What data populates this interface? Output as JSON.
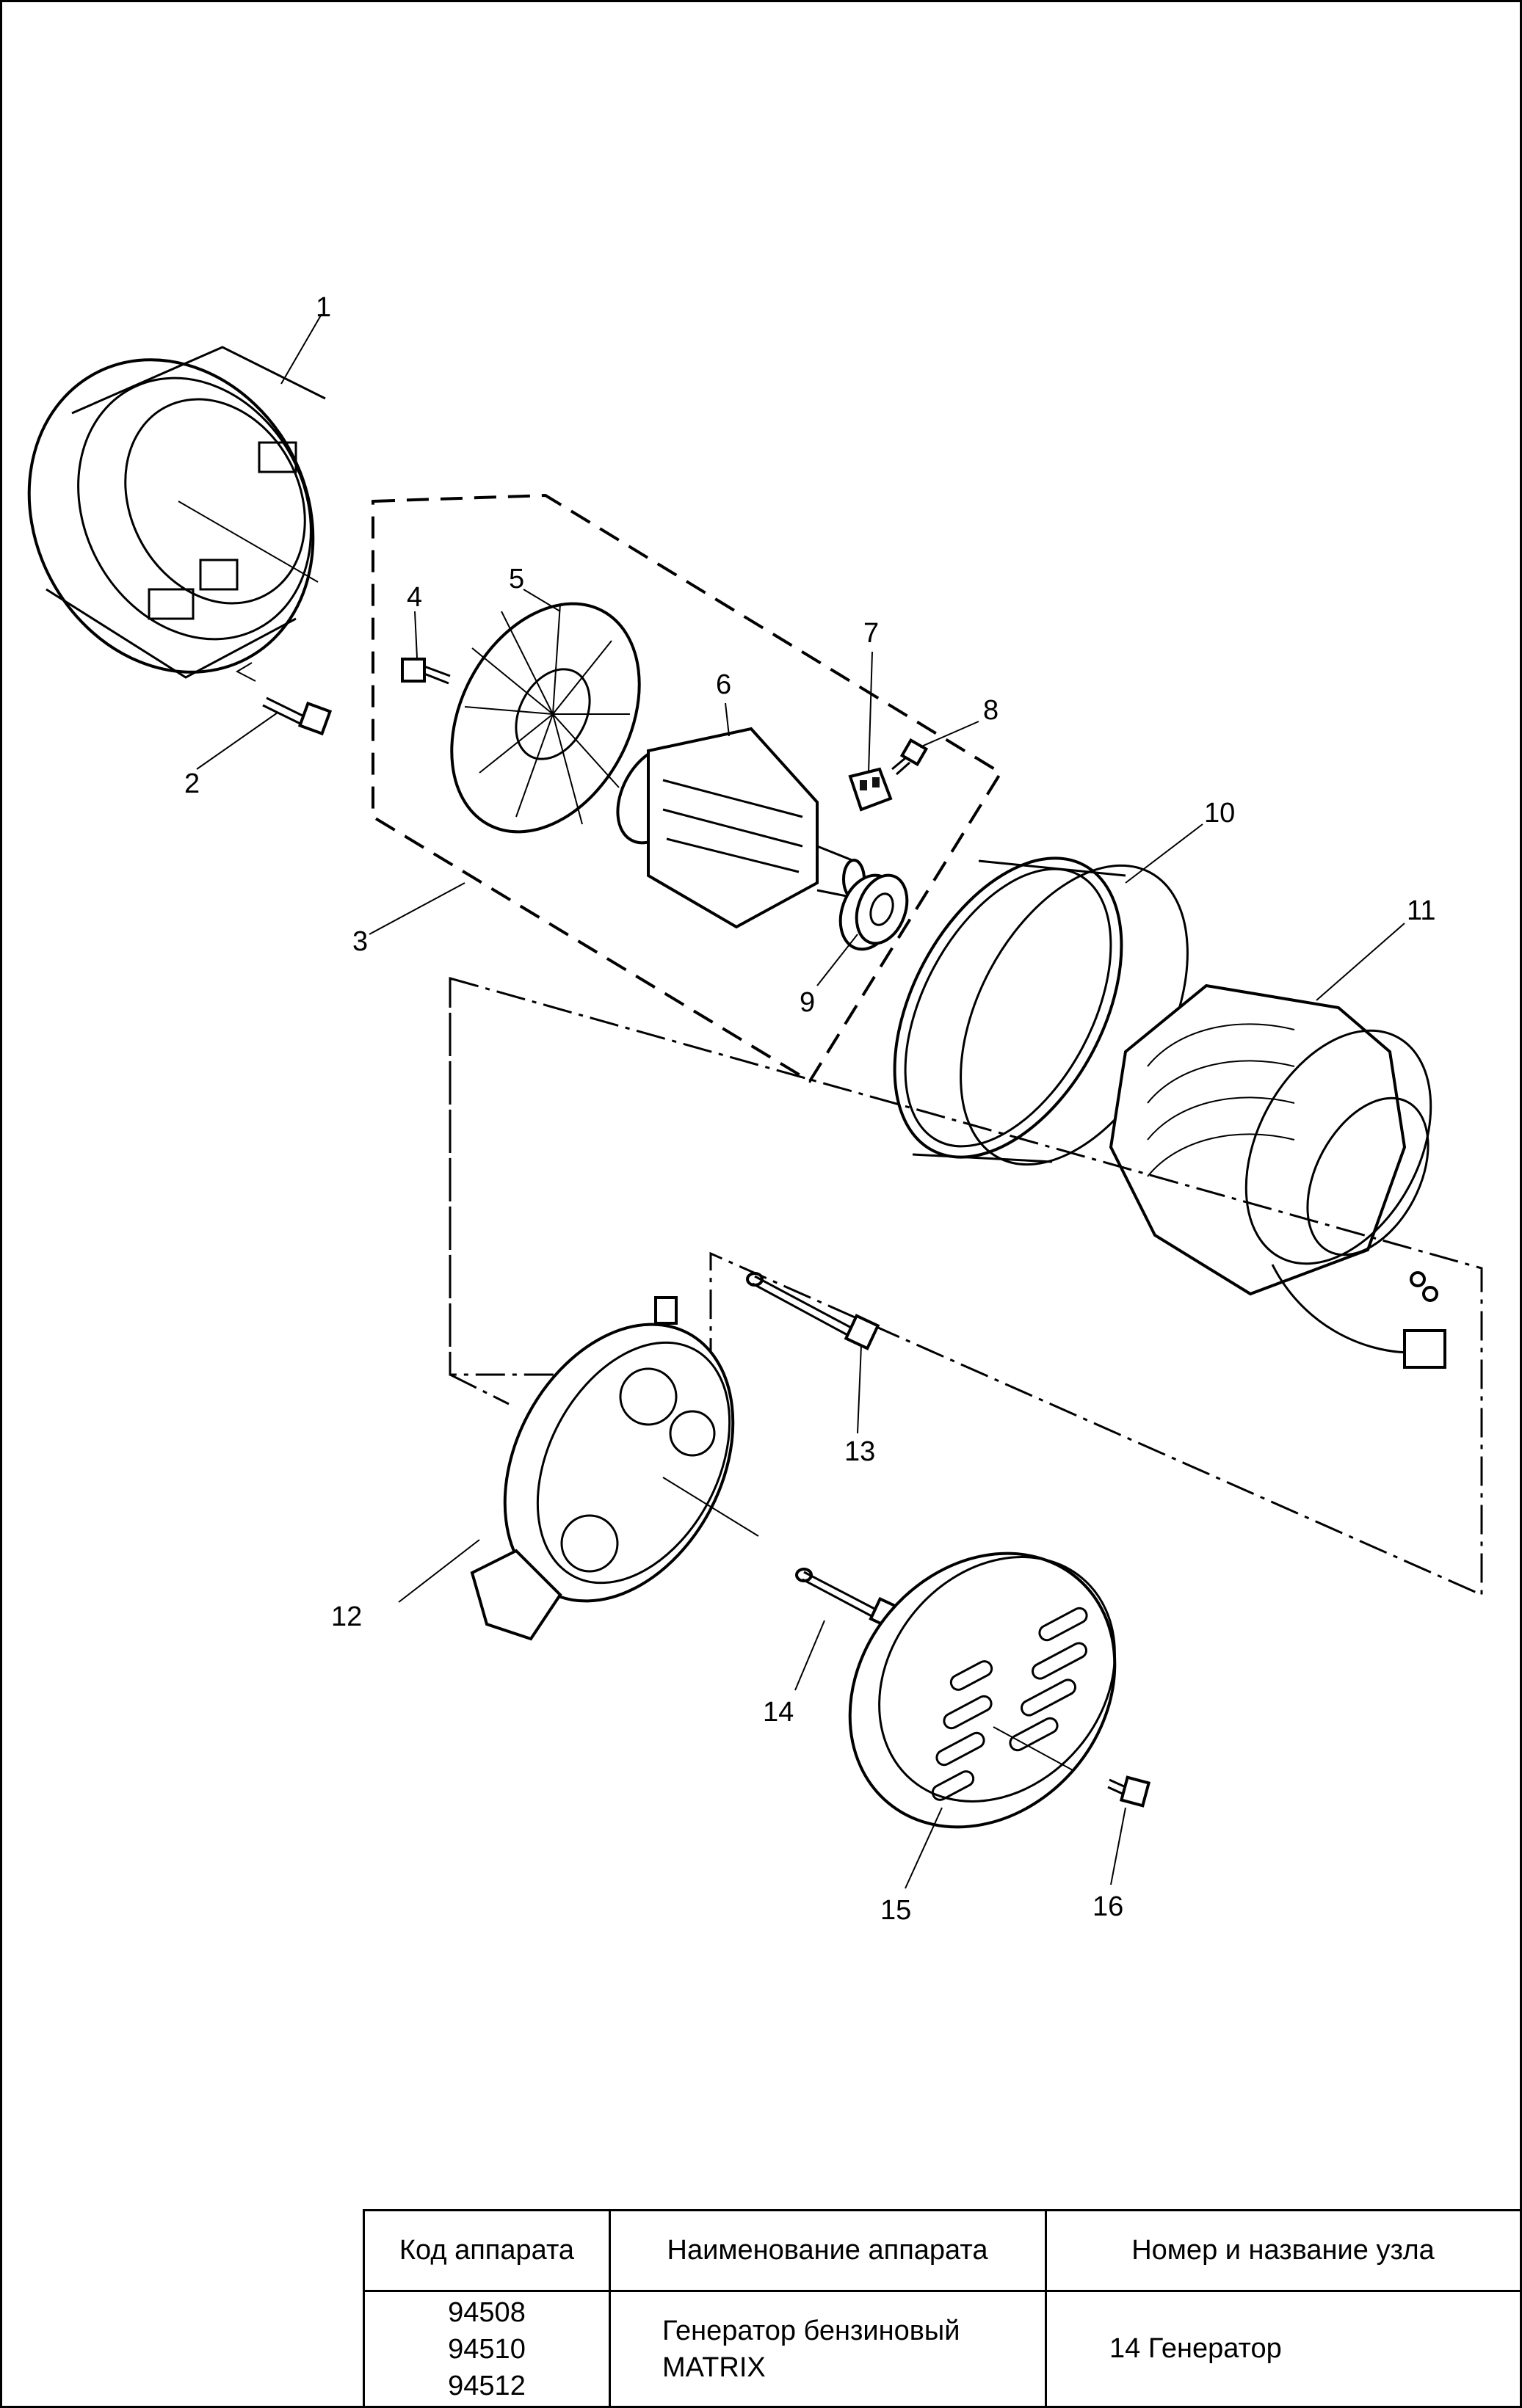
{
  "callouts": [
    "1",
    "2",
    "3",
    "4",
    "5",
    "6",
    "7",
    "8",
    "9",
    "10",
    "11",
    "12",
    "13",
    "14",
    "15",
    "16"
  ],
  "table": {
    "headers": [
      "Код аппарата",
      "Наименование аппарата",
      "Номер и название узла"
    ],
    "codes": [
      "94508",
      "94510",
      "94512"
    ],
    "name_lines": [
      "Генератор бензиновый",
      "MATRIX"
    ],
    "node": "14 Генератор"
  }
}
